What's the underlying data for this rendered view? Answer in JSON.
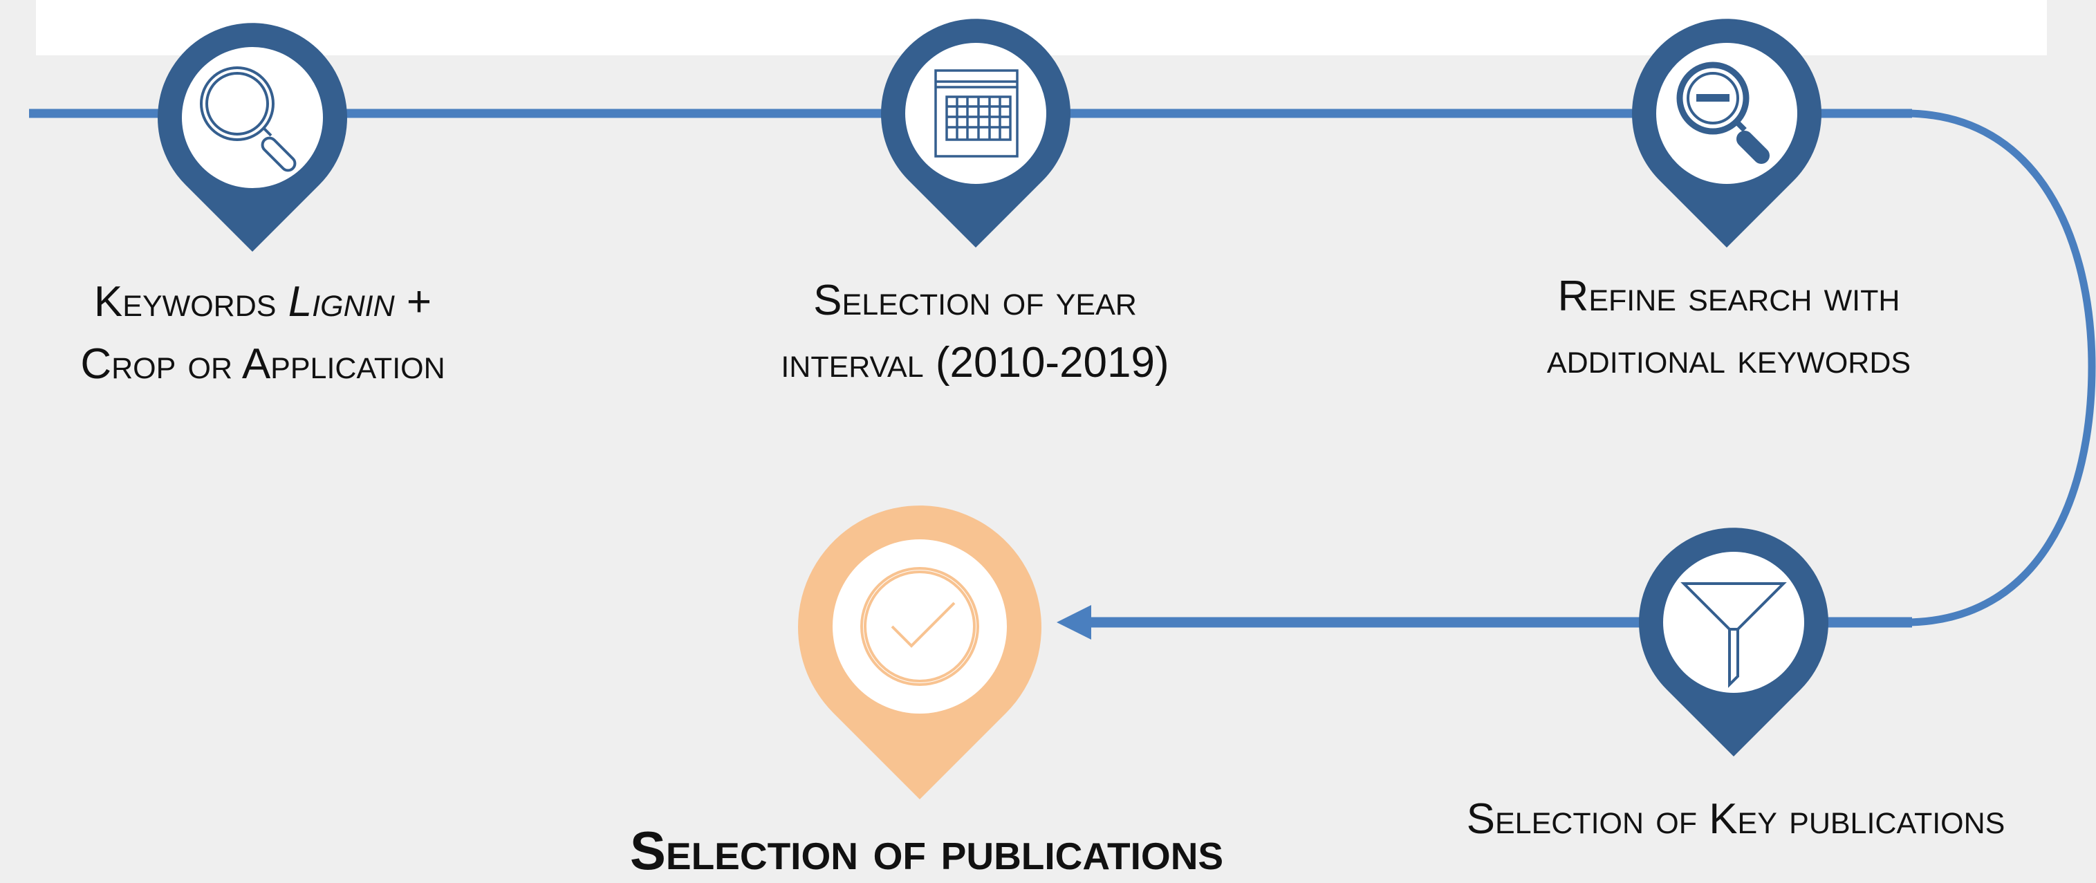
{
  "steps": [
    {
      "id": "step1",
      "icon": "magnifier-icon",
      "lines": [
        [
          "Keywords ",
          "Lignin",
          " +"
        ],
        [
          "Crop or Application"
        ]
      ]
    },
    {
      "id": "step2",
      "icon": "calendar-icon",
      "lines": [
        [
          "Selection of year"
        ],
        [
          "interval (2010-2019)"
        ]
      ]
    },
    {
      "id": "step3",
      "icon": "zoom-out-icon",
      "lines": [
        [
          "Refine search with"
        ],
        [
          "additional keywords"
        ]
      ]
    },
    {
      "id": "step4",
      "icon": "funnel-icon",
      "lines": [
        [
          "Selection of Key publications"
        ]
      ]
    }
  ],
  "final": {
    "icon": "check-circle-icon",
    "label": "Selection of publications"
  },
  "colors": {
    "pin": "#355f8f",
    "line": "#4a7fbf",
    "final_pin": "#f8c391",
    "background": "#efefef",
    "text": "#111111"
  }
}
